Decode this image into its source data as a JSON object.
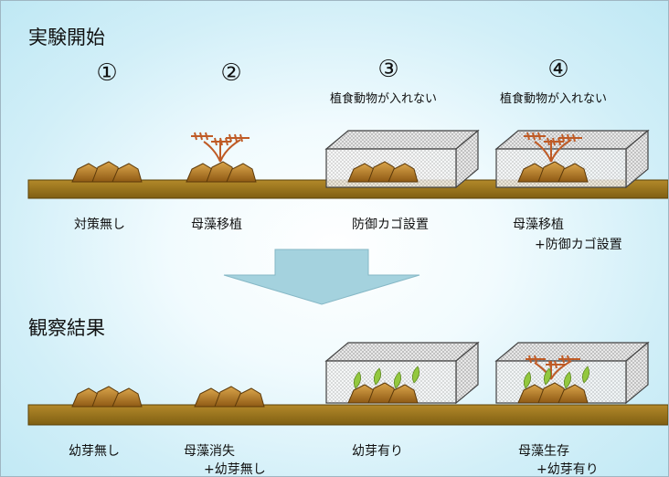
{
  "start_title": "実験開始",
  "result_title": "観察結果",
  "numbers": [
    "①",
    "②",
    "③",
    "④"
  ],
  "cage_caption_3": "植食動物が入れない",
  "cage_caption_4": "植食動物が入れない",
  "start_labels": {
    "c1": "対策無し",
    "c2": "母藻移植",
    "c3": "防御カゴ設置",
    "c4_line1": "母藻移植",
    "c4_line2": "+防御カゴ設置"
  },
  "result_labels": {
    "c1": "幼芽無し",
    "c2_line1": "母藻消失",
    "c2_line2": "+幼芽無し",
    "c3": "幼芽有り",
    "c4_line1": "母藻生存",
    "c4_line2": "+幼芽有り"
  },
  "colors": {
    "ground": "#a07a1c",
    "rock": "#b57a22",
    "arrow": "#a4d2de",
    "algae": "#bf5b26",
    "sprout": "#93c83e"
  }
}
